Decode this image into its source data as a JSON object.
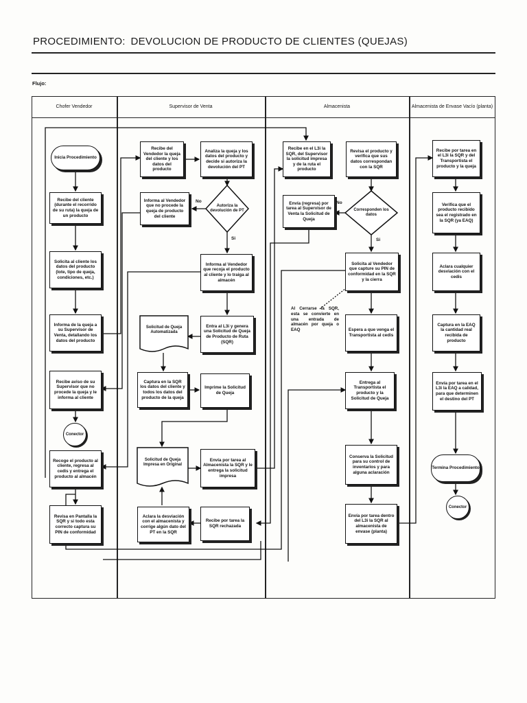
{
  "document": {
    "title_label": "PROCEDIMIENTO:",
    "title_text": "DEVOLUCION DE PRODUCTO DE CLIENTES (QUEJAS)",
    "flow_label": "Flujo:"
  },
  "lanes": [
    {
      "name": "Chofer Vendedor"
    },
    {
      "name": "Supervisor de Venta"
    },
    {
      "name": "Almacenista"
    },
    {
      "name": "Almacenista de Envase Vacío (planta)"
    }
  ],
  "nodes": {
    "chofer": {
      "inicio": "Inicia Procedimiento",
      "recibe_cliente": "Recibe del cliente (durante el recorrido de su ruta) la queja de un producto",
      "solicita_datos": "Solicita al cliente los datos del producto (lote, tipo de queja, condiciones, etc.)",
      "informa_supervisor": "Informa de la queja a su Supervisor de Venta, detallando los datos del producto",
      "recibe_aviso": "Recibe aviso de su Supervisor que no procede la queja y le informa al cliente",
      "conector": "Conector",
      "recoge_producto": "Recoge el producto al cliente, regresa al cedis y entrega el producto al almacén",
      "revisa_pantalla": "Revisa en Pantalla la SQR y si todo esta correcto captura su PIN de conformidad"
    },
    "supervisor": {
      "recibe_vendedor": "Recibe del Vendedor la queja del cliente y los datos del producto",
      "analiza_queja": "Analiza la queja y los datos del producto y decide si autoriza la devolución del PT",
      "autoriza": "Autoriza la devolución de PT",
      "informa_no_procede": "Informa al Vendedor que no procede la queja de producto del cliente",
      "informa_recoja": "Informa al Vendedor que recoja el producto al cliente y lo traiga al almacén",
      "doc_solicitud_auto": "Solicitud de Queja Automatizada",
      "entra_l3i": "Entra al L3i y genera una Solicitud de Queja de Producto de Ruta (SQR)",
      "captura_sqr": "Captura en la SQR los datos del cliente y todos los datos del producto de la queja",
      "imprime": "Imprime la Solicitud de Queja",
      "doc_impresa": "Solicitud de Queja Impresa en Original",
      "envia_almacenista": "Envía por tarea al Almacenista la SQR y le entrega la solicitud impresa",
      "aclara_desviacion": "Aclara la desviación con el almacenista y corrige algún dato del PT en la SQR",
      "recibe_rechazada": "Recibe por tarea la SQR rechazada"
    },
    "almacenista": {
      "recibe_l3i": "Recibe en el L3i la SQR, del Supervisor la solicitud impresa y de la ruta el producto",
      "revisa_producto": "Revisa el producto y verifica que sus datos correspondan con la SQR",
      "envia_regresa": "Envía (regresa) por tarea al Supervisor de Venta la Solicitud de Queja",
      "corresponden": "Corresponden los datos",
      "solicita_pin": "Solicita al Vendedor que capture su PIN de conformidad en la SQR y la cierra",
      "nota_cierre": "Al Cerrarse la SQR, esta se convierte en una entrada de almacén por queja o EAQ",
      "espera": "Espera a que venga el Transportista al cedis",
      "entrega_transportista": "Entrega al Transportista el producto y la Solicitud de Queja",
      "conserva": "Conserva la Solicitud para su control de inventarios y para alguna aclaración",
      "envia_planta": "Envía por tarea dentro del L3i la SQR al almacenista de envase (planta)"
    },
    "planta": {
      "recibe_tarea": "Recibe por tarea en el L3i la SQR y del Transportista el producto y la queja",
      "verifica": "Verifica que el producto recibido sea el registrado en la SQR (ya EAQ)",
      "aclara": "Aclara cualquier desviación con el cedis",
      "captura_eaq": "Captura en la EAQ la cantidad real recibida de producto",
      "envia_calidad": "Envía por tarea en el L3i la EAQ a calidad, para que determinen el destino del PT",
      "termina": "Termina Procedimiento",
      "conector": "Conector"
    }
  },
  "branch_labels": {
    "no": "No",
    "si": "Si"
  }
}
